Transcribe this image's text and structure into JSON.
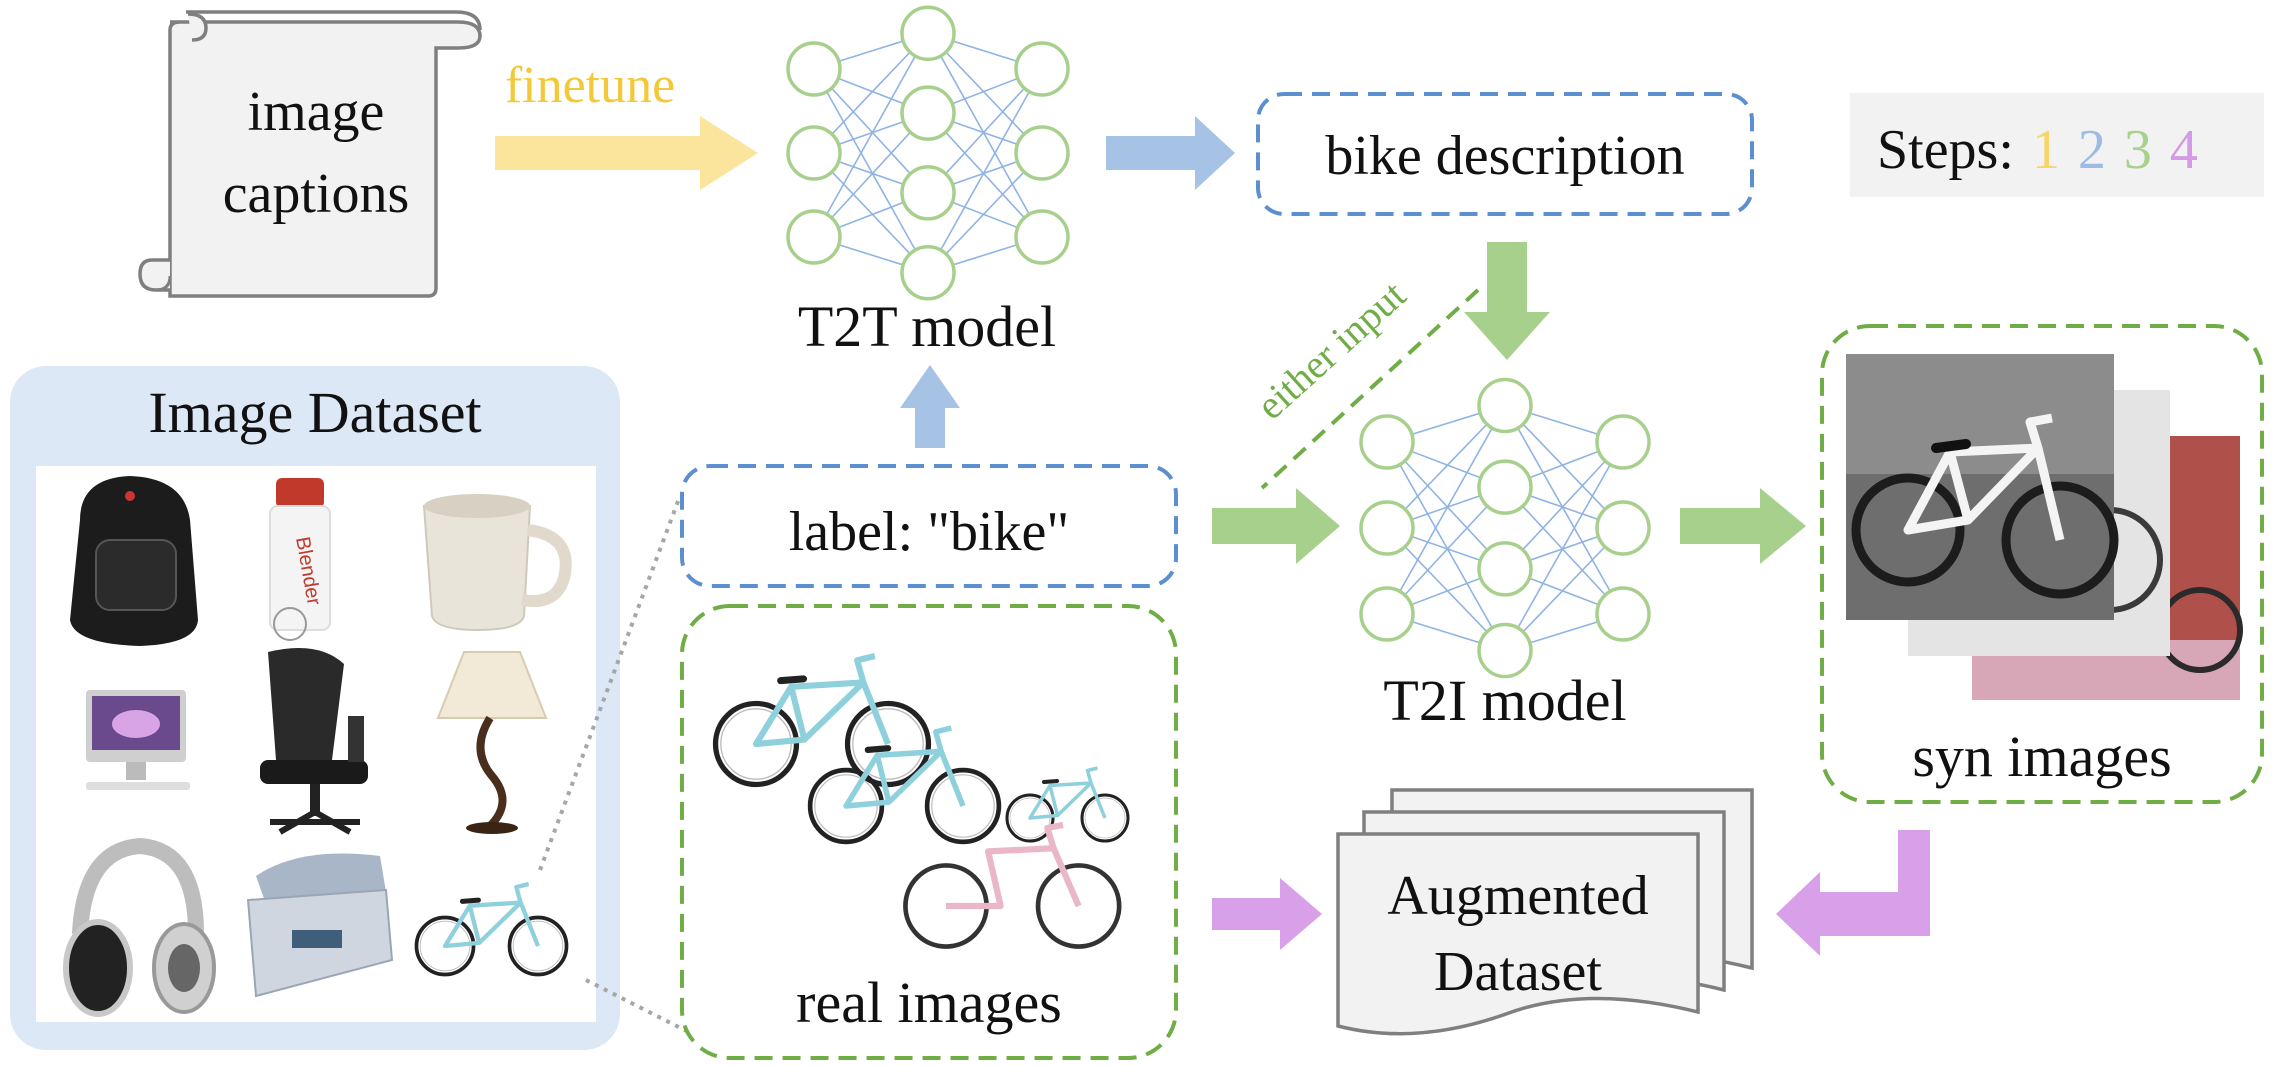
{
  "captions": {
    "line1": "image",
    "line2": "captions"
  },
  "finetune_label": "finetune",
  "t2t_model_label": "T2T model",
  "bike_description_label": "bike description",
  "steps": {
    "label": "Steps:",
    "numbers": [
      "1",
      "2",
      "3",
      "4"
    ],
    "colors": [
      "#f8d56b",
      "#9cbce4",
      "#a9d18e",
      "#d49ae8"
    ]
  },
  "either_input_label": "either input",
  "image_dataset": {
    "title": "Image Dataset",
    "items": [
      "backpack",
      "bottle",
      "mug",
      "computer",
      "chair",
      "lamp",
      "headphones",
      "stapler",
      "bike"
    ]
  },
  "bike_label": "label: \"bike\"",
  "t2i_model_label": "T2I model",
  "syn_images_label": "syn images",
  "real_images_label": "real images",
  "augmented_dataset": {
    "line1": "Augmented",
    "line2": "Dataset"
  },
  "colors": {
    "yellow": "#fbe49c",
    "blue": "#a6c2e4",
    "green": "#a8d08d",
    "purple": "#d9a0ea",
    "dash_blue": "#5b8fcf",
    "dash_green": "#70ad47",
    "panel_bg": "#dce8f5"
  }
}
